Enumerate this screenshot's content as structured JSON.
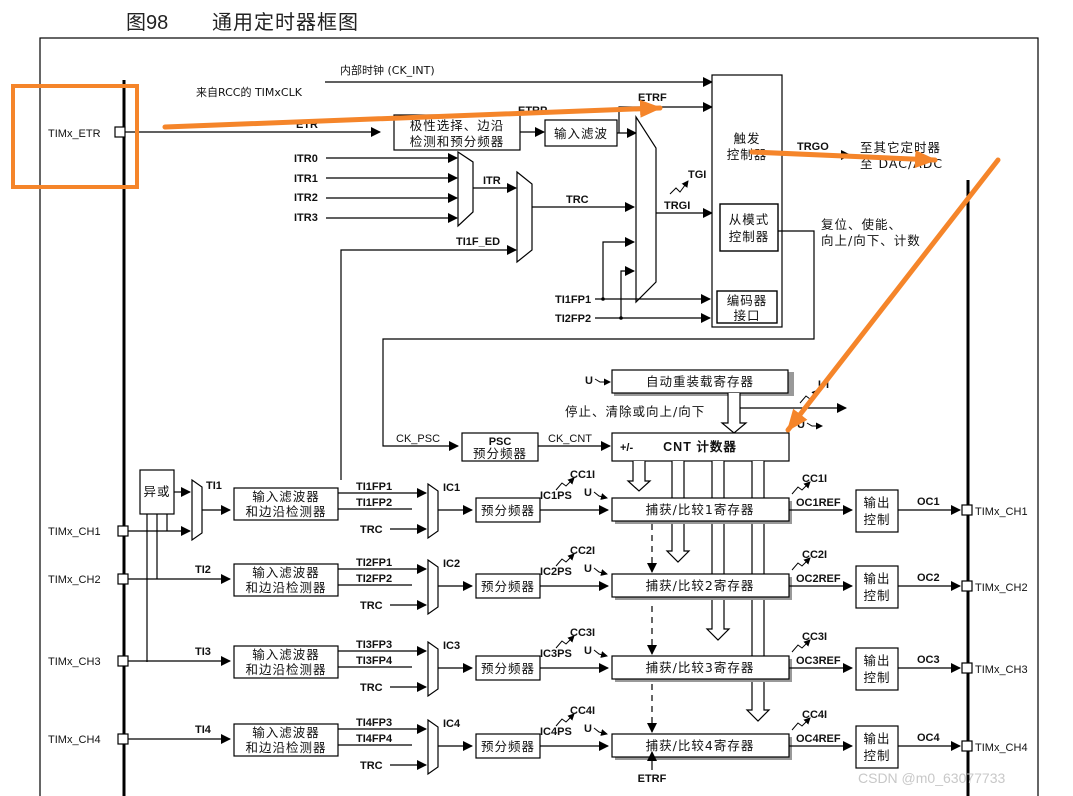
{
  "figure": {
    "number": "图98",
    "title": "通用定时器框图"
  },
  "pins": {
    "etr": "TIMx_ETR",
    "ch_in": [
      "TIMx_CH1",
      "TIMx_CH2",
      "TIMx_CH3",
      "TIMx_CH4"
    ],
    "ch_out": [
      "TIMx_CH1",
      "TIMx_CH2",
      "TIMx_CH3",
      "TIMx_CH4"
    ]
  },
  "clock": {
    "internal": "内部时钟 (CK_INT)",
    "rcc": "来自RCC的 TIMxCLK"
  },
  "trigger": {
    "etr_label": "ETR",
    "etrp_label": "ETRP",
    "etrf_label": "ETRF",
    "polarity_box": [
      "极性选择、边沿",
      "检测和预分频器"
    ],
    "filter_box": "输入滤波",
    "itr_inputs": [
      "ITR0",
      "ITR1",
      "ITR2",
      "ITR3"
    ],
    "itr_label": "ITR",
    "trc_label": "TRC",
    "ti1f_ed_label": "TI1F_ED",
    "tgi_label": "TGI",
    "trgi_label": "TRGI",
    "ti1fp1_label": "TI1FP1",
    "ti2fp2_label": "TI2FP2",
    "trigger_ctrl": [
      "触发",
      "控制器"
    ],
    "slave_ctrl": [
      "从模式",
      "控制器"
    ],
    "encoder": [
      "编码器",
      "接口"
    ],
    "trgo_label": "TRGO",
    "trgo_dest": [
      "至其它定时器",
      "至 DAC/ADC"
    ],
    "slave_actions": [
      "复位、使能、",
      "向上/向下、计数"
    ]
  },
  "counter": {
    "ck_psc": "CK_PSC",
    "psc_box": [
      "PSC",
      "预分频器"
    ],
    "ck_cnt": "CK_CNT",
    "cnt_box": "CNT 计数器",
    "cnt_sign": "+/-",
    "arr_box": "自动重装载寄存器",
    "arr_u": "U",
    "stop_clear": "停止、清除或向上/向下",
    "ui_label": "UI",
    "u_label": "U"
  },
  "channels": [
    {
      "ti": "TI1",
      "fp_a": "TI1FP1",
      "fp_b": "TI1FP2",
      "trc": "TRC",
      "ic": "IC1",
      "icps": "IC1PS",
      "cci": "CC1I",
      "ccr": "捕获/比较1寄存器",
      "ocref": "OC1REF",
      "oc": "OC1"
    },
    {
      "ti": "TI2",
      "fp_a": "TI2FP1",
      "fp_b": "TI2FP2",
      "trc": "TRC",
      "ic": "IC2",
      "icps": "IC2PS",
      "cci": "CC2I",
      "ccr": "捕获/比较2寄存器",
      "ocref": "OC2REF",
      "oc": "OC2"
    },
    {
      "ti": "TI3",
      "fp_a": "TI3FP3",
      "fp_b": "TI3FP4",
      "trc": "TRC",
      "ic": "IC3",
      "icps": "IC3PS",
      "cci": "CC3I",
      "ccr": "捕获/比较3寄存器",
      "ocref": "OC3REF",
      "oc": "OC3"
    },
    {
      "ti": "TI4",
      "fp_a": "TI4FP3",
      "fp_b": "TI4FP4",
      "trc": "TRC",
      "ic": "IC4",
      "icps": "IC4PS",
      "cci": "CC4I",
      "ccr": "捕获/比较4寄存器",
      "ocref": "OC4REF",
      "oc": "OC4"
    }
  ],
  "blocks": {
    "xor": "异或",
    "input_filter": [
      "输入滤波器",
      "和边沿检测器"
    ],
    "prescaler": "预分频器",
    "output_ctrl": [
      "输出",
      "控制"
    ],
    "u": "U",
    "etrf_bottom": "ETRF"
  },
  "annotation": {
    "color": "#f5852a",
    "highlight": "TIMx_ETR"
  },
  "watermark": "CSDN @m0_63077733"
}
